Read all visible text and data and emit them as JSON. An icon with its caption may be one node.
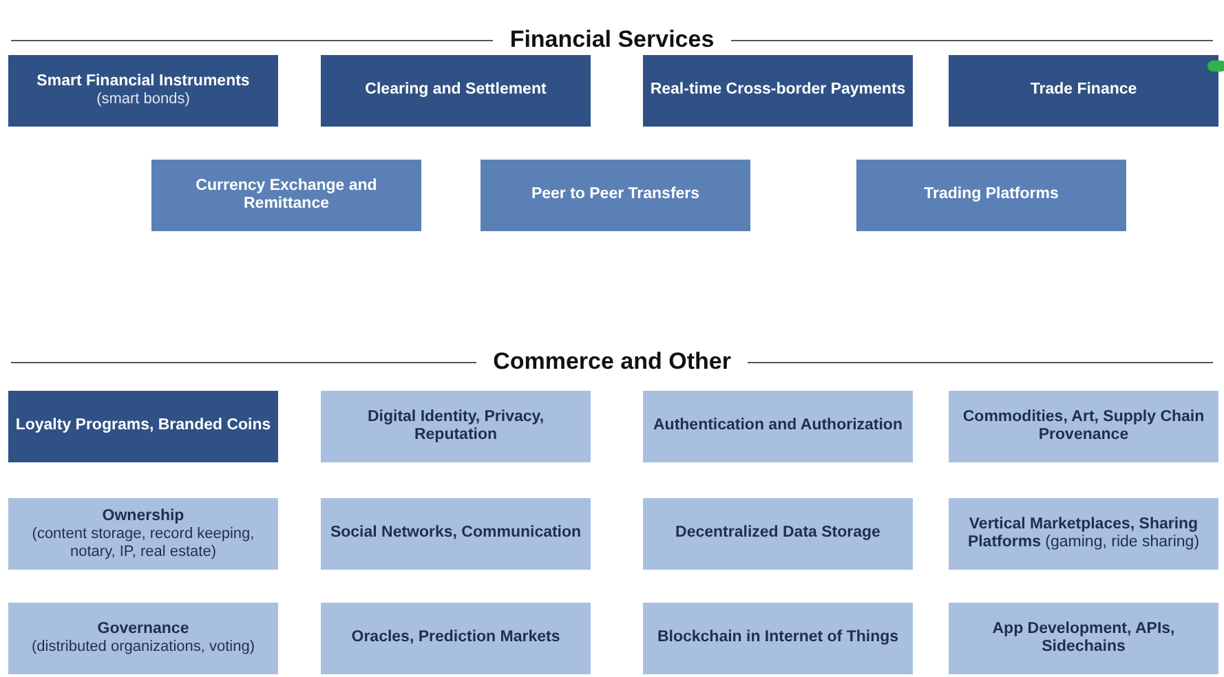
{
  "diagram": {
    "nodes": [
      {
        "text": [
          "Smart Financial Instruments",
          "(smart bonds)"
        ]
      },
      {
        "text": [
          "Clearing and Settlement"
        ]
      },
      {
        "text": [
          "Real-time Cross-border Payments"
        ]
      },
      {
        "text": [
          "Trade Finance"
        ]
      },
      {
        "text": [
          "Currency Exchange and Remittance"
        ]
      },
      {
        "text": [
          "Peer to Peer Transfers"
        ]
      },
      {
        "text": [
          "Trading Platforms"
        ]
      },
      {
        "text": [
          "Loyalty Programs, Branded Coins"
        ]
      },
      {
        "text": [
          "Digital Identity, Privacy, Reputation"
        ]
      },
      {
        "text": [
          "Authentication and Authorization"
        ]
      },
      {
        "text": [
          "Commodities, Art, Supply Chain Provenance"
        ]
      },
      {
        "text": [
          "Ownership",
          "(content storage, record keeping, notary, IP, real estate)"
        ]
      },
      {
        "text": [
          "Social Networks, Communication"
        ]
      },
      {
        "text": [
          "Decentralized Data Storage"
        ]
      },
      {
        "text": [
          "**Vertical Marketplaces, Sharing Platforms** (gaming, ride sharing)"
        ]
      },
      {
        "text": [
          "Governance",
          "(distributed organizations, voting)"
        ]
      },
      {
        "text": [
          "Oracles, Prediction Markets"
        ]
      },
      {
        "text": [
          "Blockchain in Internet of Things"
        ]
      },
      {
        "text": [
          "App Development, APIs, Sidechains"
        ]
      }
    ],
    "labels": [
      "Financial Services",
      "Commerce and Other"
    ]
  }
}
